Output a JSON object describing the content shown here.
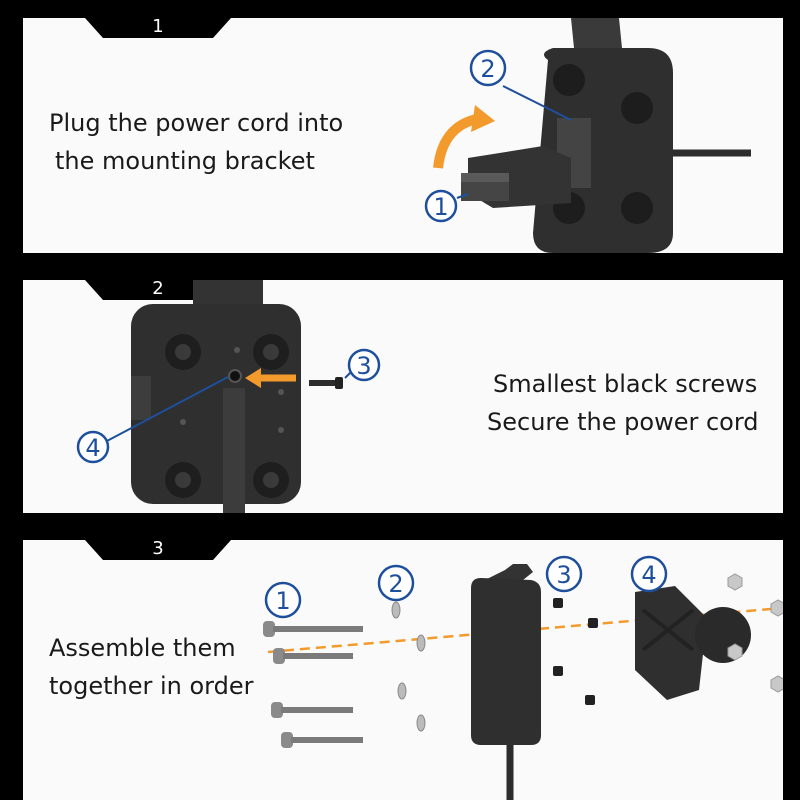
{
  "steps": [
    {
      "number": "1",
      "lines": [
        "Plug the power cord into",
        "the mounting bracket"
      ],
      "callouts": [
        "1",
        "2"
      ]
    },
    {
      "number": "2",
      "lines": [
        "Smallest black screws",
        "Secure the power cord"
      ],
      "callouts": [
        "3",
        "4"
      ]
    },
    {
      "number": "3",
      "lines": [
        "Assemble them",
        "together in order"
      ],
      "callouts": [
        "1",
        "2",
        "3",
        "4"
      ]
    }
  ],
  "colors": {
    "callout": "#1e4f9c",
    "arrow": "#f39a2c",
    "part": "#2c2c2c"
  }
}
